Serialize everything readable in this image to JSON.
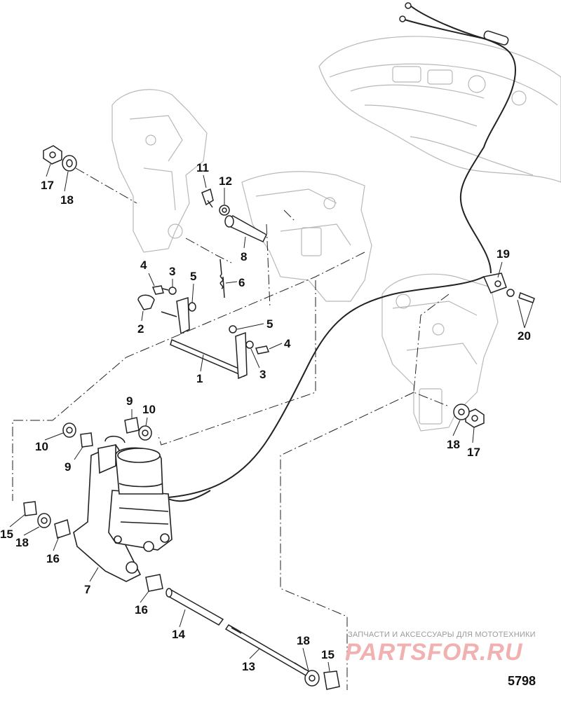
{
  "figure_number": "5798",
  "watermark": {
    "tagline": "ЗАПЧАСТИ И АКСЕССУАРЫ ДЛЯ МОТОТЕХНИКИ",
    "brand": "PARTSFOR.RU"
  },
  "callouts": [
    {
      "id": "c17a",
      "label": "17"
    },
    {
      "id": "c18a",
      "label": "18"
    },
    {
      "id": "c11",
      "label": "11"
    },
    {
      "id": "c12",
      "label": "12"
    },
    {
      "id": "c8",
      "label": "8"
    },
    {
      "id": "c4a",
      "label": "4"
    },
    {
      "id": "c3a",
      "label": "3"
    },
    {
      "id": "c5a",
      "label": "5"
    },
    {
      "id": "c6",
      "label": "6"
    },
    {
      "id": "c2",
      "label": "2"
    },
    {
      "id": "c5b",
      "label": "5"
    },
    {
      "id": "c4b",
      "label": "4"
    },
    {
      "id": "c3b",
      "label": "3"
    },
    {
      "id": "c1",
      "label": "1"
    },
    {
      "id": "c19",
      "label": "19"
    },
    {
      "id": "c20",
      "label": "20"
    },
    {
      "id": "c9a",
      "label": "9"
    },
    {
      "id": "c10a",
      "label": "10"
    },
    {
      "id": "c10b",
      "label": "10"
    },
    {
      "id": "c9b",
      "label": "9"
    },
    {
      "id": "c18b",
      "label": "18"
    },
    {
      "id": "c17b",
      "label": "17"
    },
    {
      "id": "c15a",
      "label": "15"
    },
    {
      "id": "c18c",
      "label": "18"
    },
    {
      "id": "c16a",
      "label": "16"
    },
    {
      "id": "c7",
      "label": "7"
    },
    {
      "id": "c16b",
      "label": "16"
    },
    {
      "id": "c14",
      "label": "14"
    },
    {
      "id": "c13",
      "label": "13"
    },
    {
      "id": "c18d",
      "label": "18"
    },
    {
      "id": "c15b",
      "label": "15"
    }
  ]
}
